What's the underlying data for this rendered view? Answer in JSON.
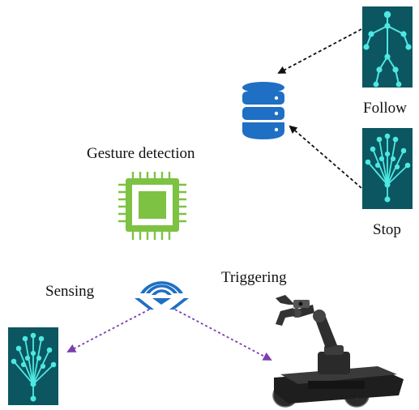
{
  "labels": {
    "follow": "Follow",
    "stop": "Stop",
    "gesture_detection": "Gesture detection",
    "sensing": "Sensing",
    "triggering": "Triggering"
  },
  "icons": {
    "follow_card": "body-skeleton-icon",
    "stop_card": "hand-skeleton-icon",
    "sensing_card": "hand-skeleton-icon",
    "database": "database-icon",
    "chip": "processor-chip-icon",
    "signal": "wireless-signal-icon",
    "robot": "robot-arm-rover-icon"
  },
  "colors": {
    "card_bg": "#0b5661",
    "skeleton": "#4ee8e2",
    "database": "#1f6fc4",
    "chip": "#7dc242",
    "signal": "#1f6fc4",
    "arrow_black": "#111111",
    "arrow_purple": "#7b3fb0"
  }
}
